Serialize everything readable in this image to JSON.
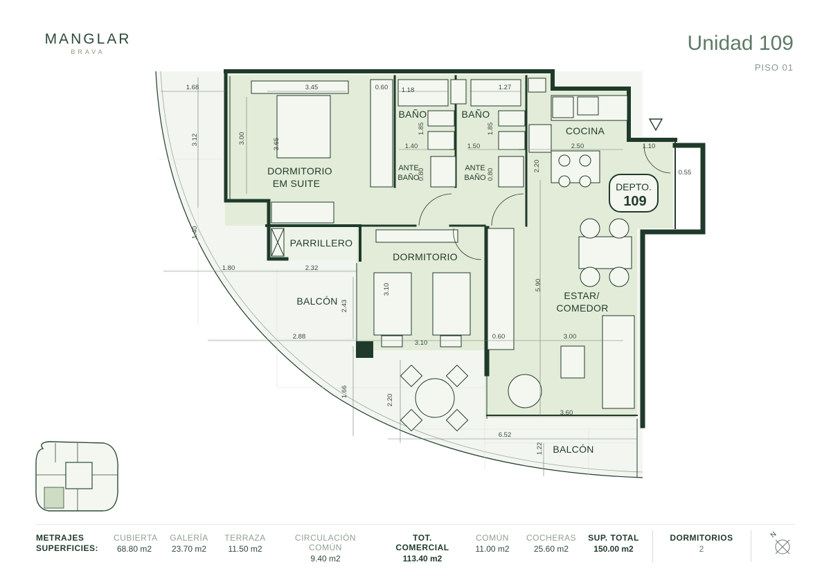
{
  "brand": {
    "name": "MANGLAR",
    "sub": "BRAVA"
  },
  "unit": {
    "title": "Unidad 109",
    "floor": "PISO 01"
  },
  "dept": {
    "label": "DEPTO.",
    "number": "109"
  },
  "rooms": {
    "suite_line1": "DORMITORIO",
    "suite_line2": "EM SUITE",
    "bath1": "BAÑO",
    "bath2": "BAÑO",
    "ante1_line1": "ANTE",
    "ante1_line2": "BAÑO",
    "ante2_line1": "ANTE",
    "ante2_line2": "BAÑO",
    "kitchen": "COCINA",
    "grill": "PARRILLERO",
    "bedroom": "DORMITORIO",
    "living_line1": "ESTAR/",
    "living_line2": "COMEDOR",
    "balcony1": "BALCÓN",
    "balcony2": "BALCÓN"
  },
  "dimensions": {
    "d168": "1.68",
    "d345": "3.45",
    "d060a": "0.60",
    "d118": "1.18",
    "d127": "1.27",
    "d312": "3.12",
    "d300": "3.00",
    "d365": "3.65",
    "d185a": "1.85",
    "d185b": "1.85",
    "d140a": "1.40",
    "d150": "1.50",
    "d080a": "0.80",
    "d080b": "0.80",
    "d250": "2.50",
    "d110": "1.10",
    "d220a": "2.20",
    "d055": "0.55",
    "d140b": "1.40",
    "d180": "1.80",
    "d232": "2.32",
    "d590": "5.90",
    "d310a": "3.10",
    "d243": "2.43",
    "d288": "2.88",
    "d310b": "3.10",
    "d060b": "0.60",
    "d300b": "3.00",
    "d166": "1.66",
    "d220b": "2.20",
    "d360": "3.60",
    "d652": "6.52",
    "d122": "1.22"
  },
  "footer": {
    "metrajes_line1": "METRAJES",
    "metrajes_line2": "SUPERFICIES:",
    "items": [
      {
        "label": "CUBIERTA",
        "value": "68.80 m2"
      },
      {
        "label": "GALERÍA",
        "value": "23.70 m2"
      },
      {
        "label": "TERRAZA",
        "value": "11.50 m2"
      },
      {
        "label": "CIRCULACIÓN COMÚN",
        "value": "9.40 m2"
      },
      {
        "label": "TOT. COMERCIAL",
        "value": "113.40 m2"
      },
      {
        "label": "COMÚN",
        "value": "11.00 m2"
      },
      {
        "label": "COCHERAS",
        "value": "25.60 m2"
      },
      {
        "label": "SUP. TOTAL",
        "value": "150.00 m2"
      },
      {
        "label": "DORMITORIOS",
        "value": "2"
      }
    ],
    "compass_letter": "N"
  },
  "colors": {
    "wall": "#1f3a2a",
    "interior": "#e3ecd9",
    "terrace": "#f2f5ef",
    "accent": "#5f7a66"
  },
  "icons": [
    "compass-icon",
    "entrance-triangle-icon",
    "location-map-icon"
  ]
}
